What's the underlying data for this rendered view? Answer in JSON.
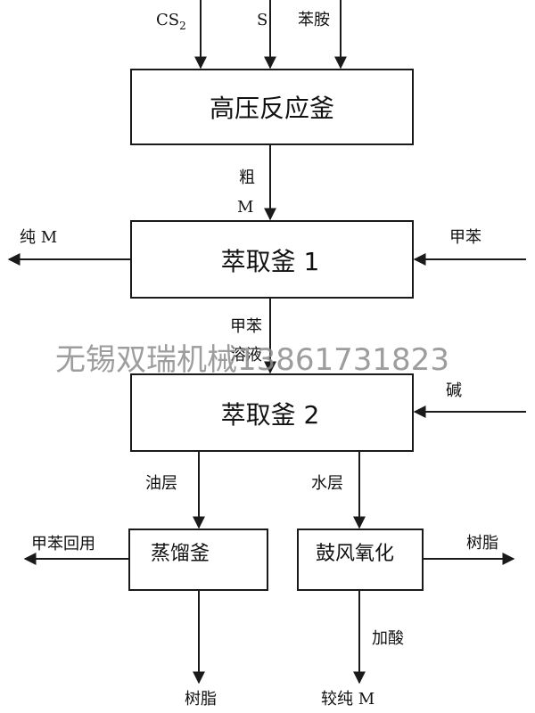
{
  "inputs_top": {
    "cs2_main": "CS",
    "cs2_sub": "2",
    "s": "S",
    "aniline": "苯胺"
  },
  "boxes": {
    "autoclave": "高压反应釜",
    "extractor1": "萃取釜 1",
    "extractor2": "萃取釜 2",
    "still": "蒸馏釜",
    "oxidation": "鼓风氧化"
  },
  "flows": {
    "crude_m_line1": "粗",
    "crude_m_line2": "M",
    "pure_m": "纯 M",
    "toluene_in": "甲苯",
    "toluene_solution_line1": "甲苯",
    "toluene_solution_line2": "溶液",
    "alkali": "碱",
    "oil_layer": "油层",
    "water_layer": "水层",
    "toluene_recycle": "甲苯回用",
    "resin_right": "树脂",
    "acidify": "加酸",
    "resin_bottom": "树脂",
    "purer_m": "较纯 M"
  },
  "watermark": "无锡双瑞机械13861731823",
  "colors": {
    "line": "#1a1a1a",
    "watermark": "#8c8c8c"
  }
}
